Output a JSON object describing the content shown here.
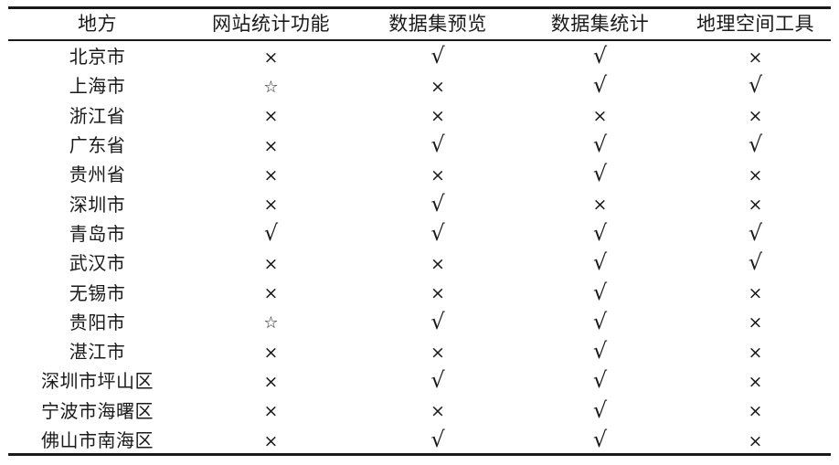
{
  "table": {
    "caption": "",
    "columns": [
      {
        "key": "place",
        "label": "地方",
        "align": "center"
      },
      {
        "key": "stats",
        "label": "网站统计功能",
        "align": "center"
      },
      {
        "key": "preview",
        "label": "数据集预览",
        "align": "center"
      },
      {
        "key": "dstats",
        "label": "数据集统计",
        "align": "center"
      },
      {
        "key": "geo",
        "label": "地理空间工具",
        "align": "center"
      }
    ],
    "symbols": {
      "check": "√",
      "cross": "×",
      "star": "☆"
    },
    "symbol_names": {
      "√": "check-mark-icon",
      "×": "cross-mark-icon",
      "☆": "star-outline-icon"
    },
    "rows": [
      {
        "place": "北京市",
        "stats": "×",
        "preview": "√",
        "dstats": "√",
        "geo": "×"
      },
      {
        "place": "上海市",
        "stats": "☆",
        "preview": "×",
        "dstats": "√",
        "geo": "√"
      },
      {
        "place": "浙江省",
        "stats": "×",
        "preview": "×",
        "dstats": "×",
        "geo": "×"
      },
      {
        "place": "广东省",
        "stats": "×",
        "preview": "√",
        "dstats": "√",
        "geo": "√"
      },
      {
        "place": "贵州省",
        "stats": "×",
        "preview": "×",
        "dstats": "√",
        "geo": "×"
      },
      {
        "place": "深圳市",
        "stats": "×",
        "preview": "√",
        "dstats": "×",
        "geo": "×"
      },
      {
        "place": "青岛市",
        "stats": "√",
        "preview": "√",
        "dstats": "√",
        "geo": "√"
      },
      {
        "place": "武汉市",
        "stats": "×",
        "preview": "×",
        "dstats": "√",
        "geo": "√"
      },
      {
        "place": "无锡市",
        "stats": "×",
        "preview": "×",
        "dstats": "√",
        "geo": "×"
      },
      {
        "place": "贵阳市",
        "stats": "☆",
        "preview": "√",
        "dstats": "√",
        "geo": "×"
      },
      {
        "place": "湛江市",
        "stats": "×",
        "preview": "×",
        "dstats": "√",
        "geo": "×"
      },
      {
        "place": "深圳市坪山区",
        "stats": "×",
        "preview": "√",
        "dstats": "√",
        "geo": "×"
      },
      {
        "place": "宁波市海曙区",
        "stats": "×",
        "preview": "×",
        "dstats": "√",
        "geo": "×"
      },
      {
        "place": "佛山市南海区",
        "stats": "×",
        "preview": "√",
        "dstats": "√",
        "geo": "×"
      }
    ]
  },
  "style": {
    "text_color": "#1a1a1a",
    "background": "#ffffff",
    "rule_color": "#1a1a1a"
  }
}
